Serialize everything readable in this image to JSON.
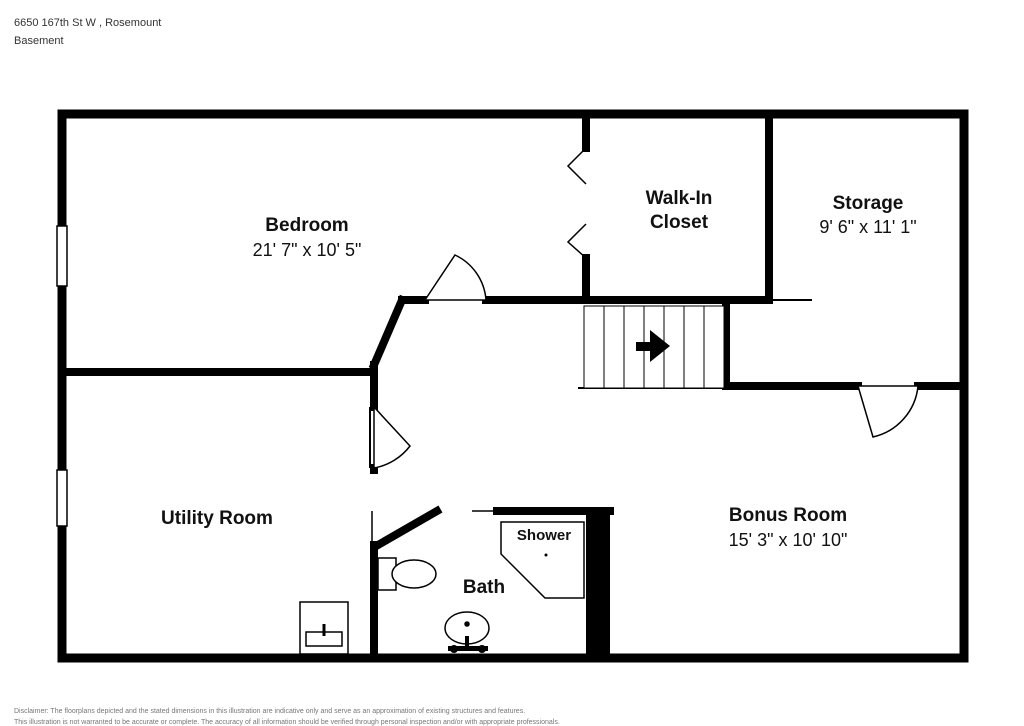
{
  "header": {
    "address": "6650 167th St W , Rosemount",
    "level": "Basement"
  },
  "rooms": {
    "bedroom": {
      "name": "Bedroom",
      "dims": "21' 7\" x 10' 5\""
    },
    "walkin": {
      "line1": "Walk-In",
      "line2": "Closet"
    },
    "storage": {
      "name": "Storage",
      "dims": "9' 6\" x 11' 1\""
    },
    "utility": {
      "name": "Utility Room"
    },
    "bath": {
      "name": "Bath"
    },
    "shower": {
      "name": "Shower"
    },
    "bonus": {
      "name": "Bonus Room",
      "dims": "15' 3\" x 10' 10\""
    }
  },
  "disclaimer": {
    "line1": "Disclaimer: The floorplans depicted and the stated dimensions in this illustration are indicative only and serve as an approximation of existing structures and features.",
    "line2": "This illustration is not warranted to be accurate or complete. The accuracy of all information should be verified through personal inspection and/or with appropriate professionals."
  }
}
